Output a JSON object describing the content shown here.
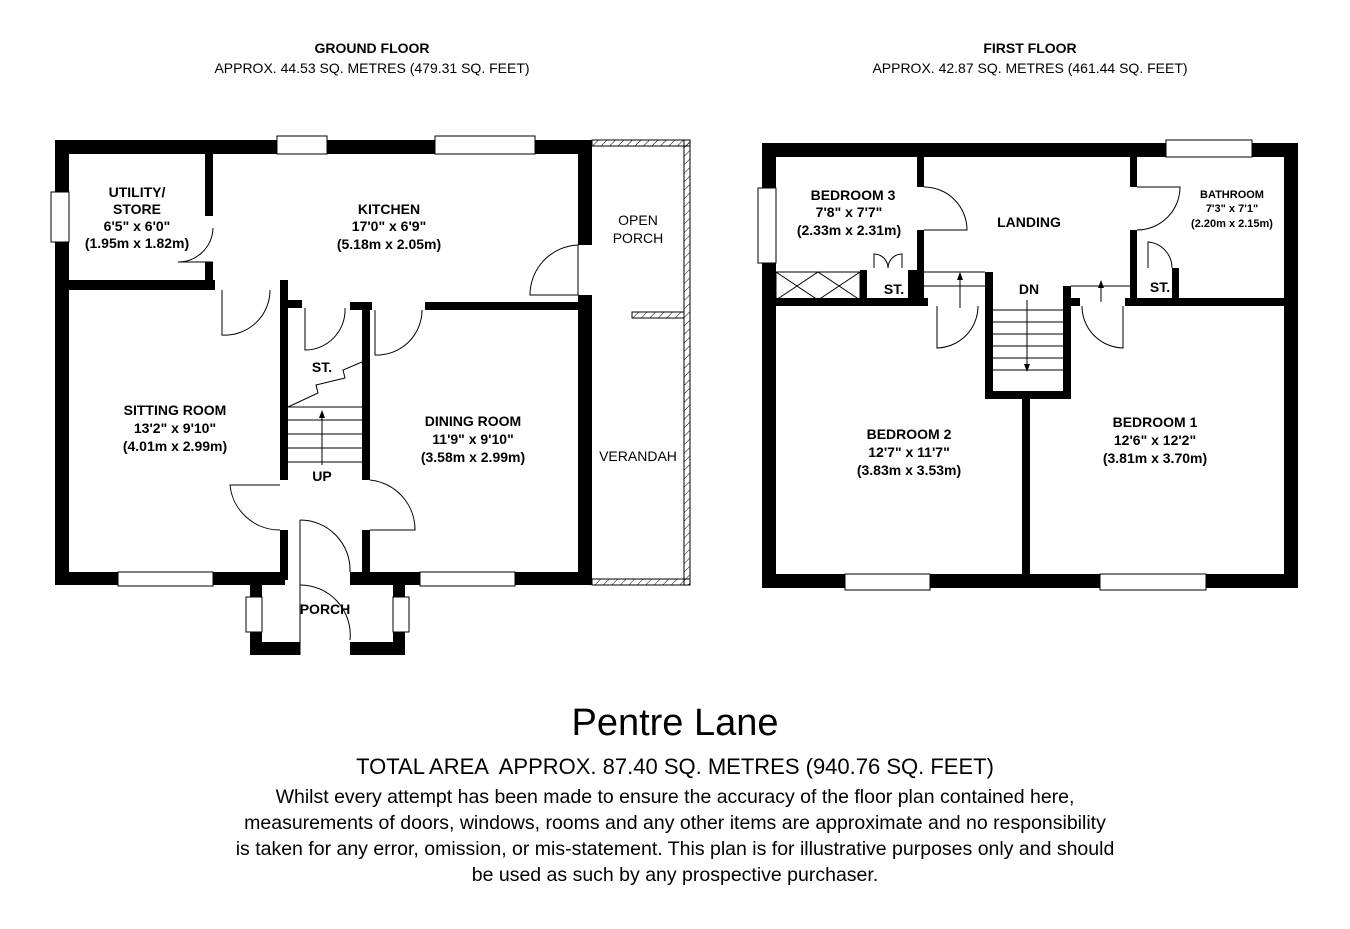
{
  "ground_floor": {
    "title": "GROUND FLOOR",
    "area": "APPROX. 44.53 SQ. METRES (479.31 SQ. FEET)",
    "rooms": {
      "utility": {
        "name1": "UTILITY/",
        "name2": "STORE",
        "imperial": "6'5\" x 6'0\"",
        "metric": "(1.95m x 1.82m)"
      },
      "kitchen": {
        "name": "KITCHEN",
        "imperial": "17'0\" x 6'9\"",
        "metric": "(5.18m x 2.05m)"
      },
      "sitting": {
        "name": "SITTING ROOM",
        "imperial": "13'2\" x 9'10\"",
        "metric": "(4.01m x 2.99m)"
      },
      "dining": {
        "name": "DINING ROOM",
        "imperial": "11'9\" x 9'10\"",
        "metric": "(3.58m x 2.99m)"
      },
      "store": "ST.",
      "stairs": "UP",
      "porch": "PORCH",
      "open_porch1": "OPEN",
      "open_porch2": "PORCH",
      "verandah": "VERANDAH"
    }
  },
  "first_floor": {
    "title": "FIRST FLOOR",
    "area": "APPROX. 42.87 SQ. METRES (461.44 SQ. FEET)",
    "rooms": {
      "bedroom3": {
        "name": "BEDROOM 3",
        "imperial": "7'8\" x 7'7\"",
        "metric": "(2.33m x 2.31m)"
      },
      "landing": "LANDING",
      "bathroom": {
        "name": "BATHROOM",
        "imperial": "7'3\" x 7'1\"",
        "metric": "(2.20m x 2.15m)"
      },
      "store1": "ST.",
      "store2": "ST.",
      "stairs": "DN",
      "bedroom2": {
        "name": "BEDROOM 2",
        "imperial": "12'7\" x 11'7\"",
        "metric": "(3.83m x 3.53m)"
      },
      "bedroom1": {
        "name": "BEDROOM 1",
        "imperial": "12'6\" x 12'2\"",
        "metric": "(3.81m x 3.70m)"
      }
    }
  },
  "footer": {
    "property_name": "Pentre Lane",
    "total_area": "TOTAL AREA  APPROX. 87.40 SQ. METRES (940.76 SQ. FEET)",
    "disclaimer": [
      "Whilst every attempt has been made to ensure the accuracy of the floor plan contained here,",
      "measurements of doors, windows, rooms and any other items are approximate and no responsibility",
      "is taken for any error, omission, or mis-statement. This plan is for illustrative purposes only and should",
      "be used as such by any prospective purchaser."
    ]
  }
}
